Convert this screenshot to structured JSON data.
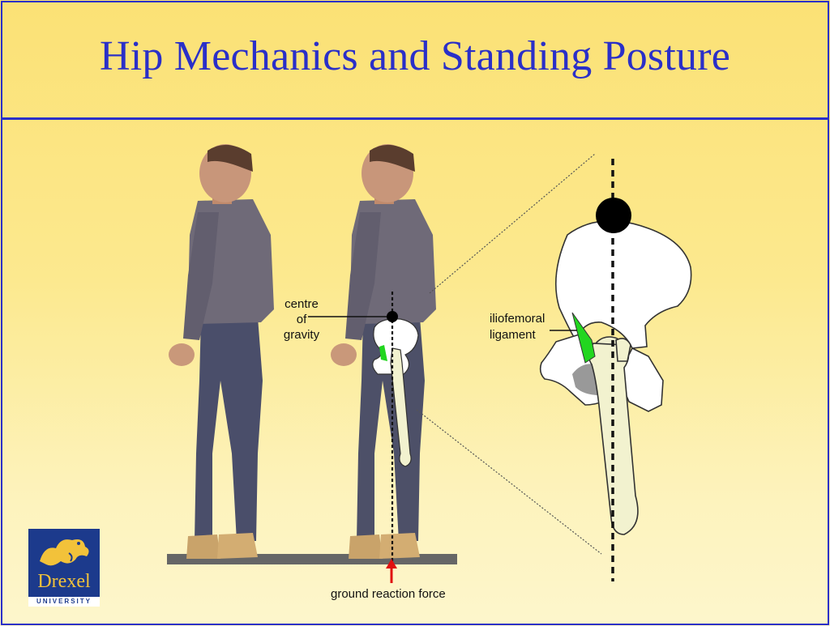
{
  "slide": {
    "title": "Hip Mechanics and Standing Posture",
    "colors": {
      "accent": "#2a2fc8",
      "background_top": "#fbe175",
      "background_bottom": "#fdf6cc",
      "ligament": "#22d61f",
      "force_arrow": "#e01010"
    }
  },
  "figure": {
    "label_cog_line1": "centre",
    "label_cog_line2": "of",
    "label_cog_line3": "gravity",
    "label_ligament_line1": "iliofemoral",
    "label_ligament_line2": "ligament",
    "label_grf": "ground reaction force"
  },
  "logo": {
    "name": "Drexel",
    "subtitle": "UNIVERSITY",
    "icon": "dragon-icon"
  }
}
